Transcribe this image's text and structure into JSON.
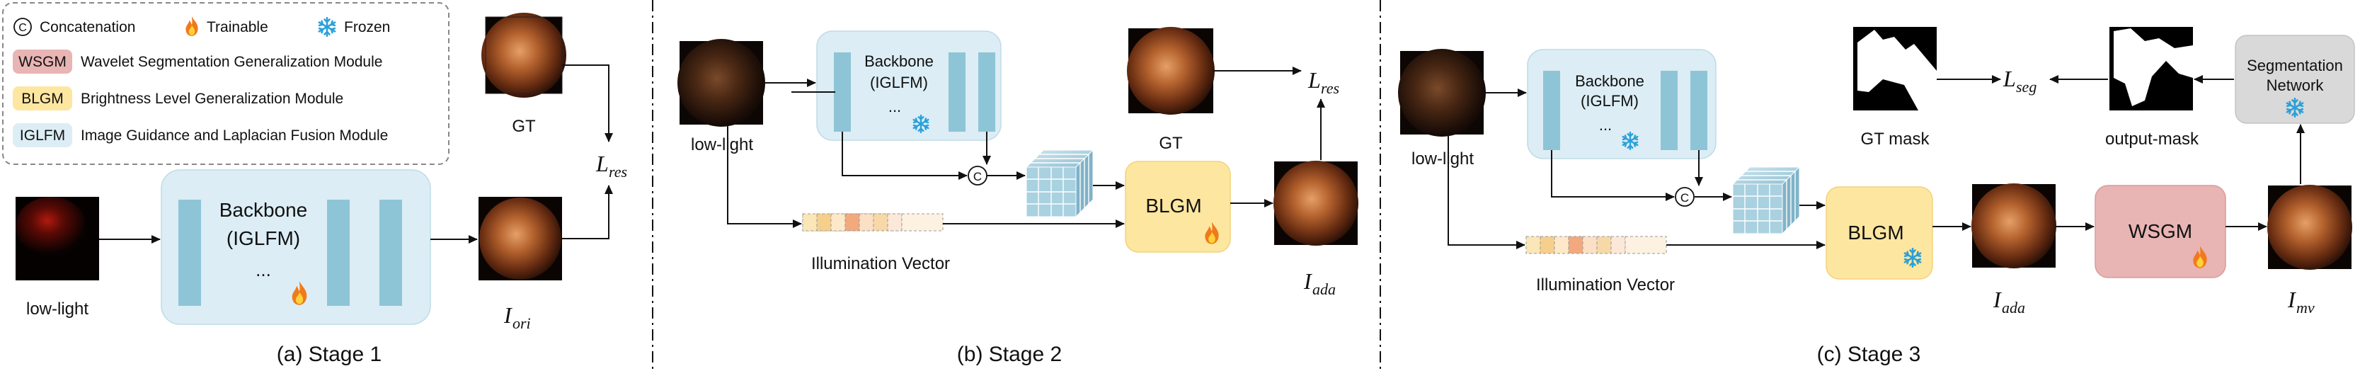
{
  "legend": {
    "concat_symbol": "C",
    "concat_label": "Concatenation",
    "trainable_label": "Trainable",
    "frozen_label": "Frozen",
    "modules": [
      {
        "abbr": "WSGM",
        "name": "Wavelet Segmentation Generalization Module",
        "color": "#e8b4b4"
      },
      {
        "abbr": "BLGM",
        "name": "Brightness Level Generalization  Module",
        "color": "#fde6a0"
      },
      {
        "abbr": "IGLFM",
        "name": "Image Guidance and Laplacian Fusion Module",
        "color": "#dcedf5"
      }
    ]
  },
  "stage1": {
    "caption": "(a) Stage 1",
    "input_label": "low-light",
    "gt_label": "GT",
    "backbone_line1": "Backbone",
    "backbone_line2": "(IGLFM)",
    "dots": "...",
    "out_main": "I",
    "out_sub": "ori",
    "loss_main": "L",
    "loss_sub": "res"
  },
  "stage2": {
    "caption": "(b) Stage 2",
    "input_label": "low-light",
    "gt_label": "GT",
    "backbone_line1": "Backbone",
    "backbone_line2": "(IGLFM)",
    "dots": "...",
    "concat_symbol": "C",
    "illum_label": "Illumination Vector",
    "blgm_label": "BLGM",
    "out_main": "I",
    "out_sub": "ada",
    "loss_main": "L",
    "loss_sub": "res"
  },
  "stage3": {
    "caption": "(c) Stage 3",
    "input_label": "low-light",
    "backbone_line1": "Backbone",
    "backbone_line2": "(IGLFM)",
    "dots": "...",
    "concat_symbol": "C",
    "illum_label": "Illumination Vector",
    "blgm_label": "BLGM",
    "ada_main": "I",
    "ada_sub": "ada",
    "wsgm_label": "WSGM",
    "mv_main": "I",
    "mv_sub": "mv",
    "gt_mask_label": "GT mask",
    "out_mask_label": "output-mask",
    "seg_line1": "Segmentation",
    "seg_line2": "Network",
    "loss_main": "L",
    "loss_sub": "seg"
  },
  "colors": {
    "iglfm_fill": "#dcedf5",
    "iglfm_bar": "#8ec5d6",
    "blgm_fill": "#fde6a0",
    "wsgm_fill": "#e8b4b4",
    "seg_fill": "#d9d9d9",
    "snow": "#2aa0d8",
    "flame": "#f07a1a"
  }
}
